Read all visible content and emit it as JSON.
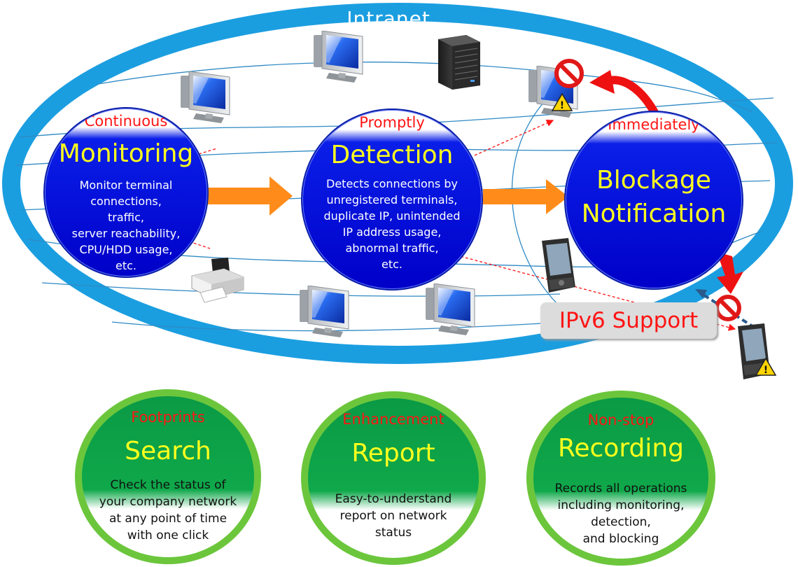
{
  "diagram": {
    "title": "Intranet",
    "processes": [
      {
        "label": "Continuous",
        "title": "Monitoring",
        "description": [
          "Monitor terminal",
          "connections,",
          "traffic,",
          "server reachability,",
          "CPU/HDD usage,",
          "etc."
        ]
      },
      {
        "label": "Promptly",
        "title": "Detection",
        "description": [
          "Detects connections by",
          "unregistered terminals,",
          "duplicate IP, unintended",
          "IP address usage,",
          "abnormal traffic,",
          "etc."
        ]
      },
      {
        "label": "Immediately",
        "title_lines": [
          "Blockage",
          "Notification"
        ]
      }
    ],
    "ipv6_label": "IPv6 Support",
    "features": [
      {
        "label": "Footprints",
        "title": "Search",
        "description": [
          "Check the status of",
          "your company network",
          "at any point of time",
          "with one click"
        ]
      },
      {
        "label": "Enhancement",
        "title": "Report",
        "description": [
          "Easy-to-understand",
          "report on network",
          "status"
        ]
      },
      {
        "label": "Non-stop",
        "title": "Recording",
        "description": [
          "Records all operations",
          "including monitoring,",
          "detection,",
          "and blocking"
        ]
      }
    ],
    "colors": {
      "ring": "#1b9ee0",
      "process_fill": "#0000c8",
      "feature_fill": "#0fa84a",
      "feature_border": "#6cc63c",
      "accent_red": "#ff1414",
      "title_yellow": "#ffff1e",
      "arrow_orange": "#ff8c1a"
    },
    "icons": [
      "monitor-icon",
      "server-icon",
      "printer-icon",
      "pda-icon",
      "blocked-icon",
      "warning-icon"
    ]
  }
}
